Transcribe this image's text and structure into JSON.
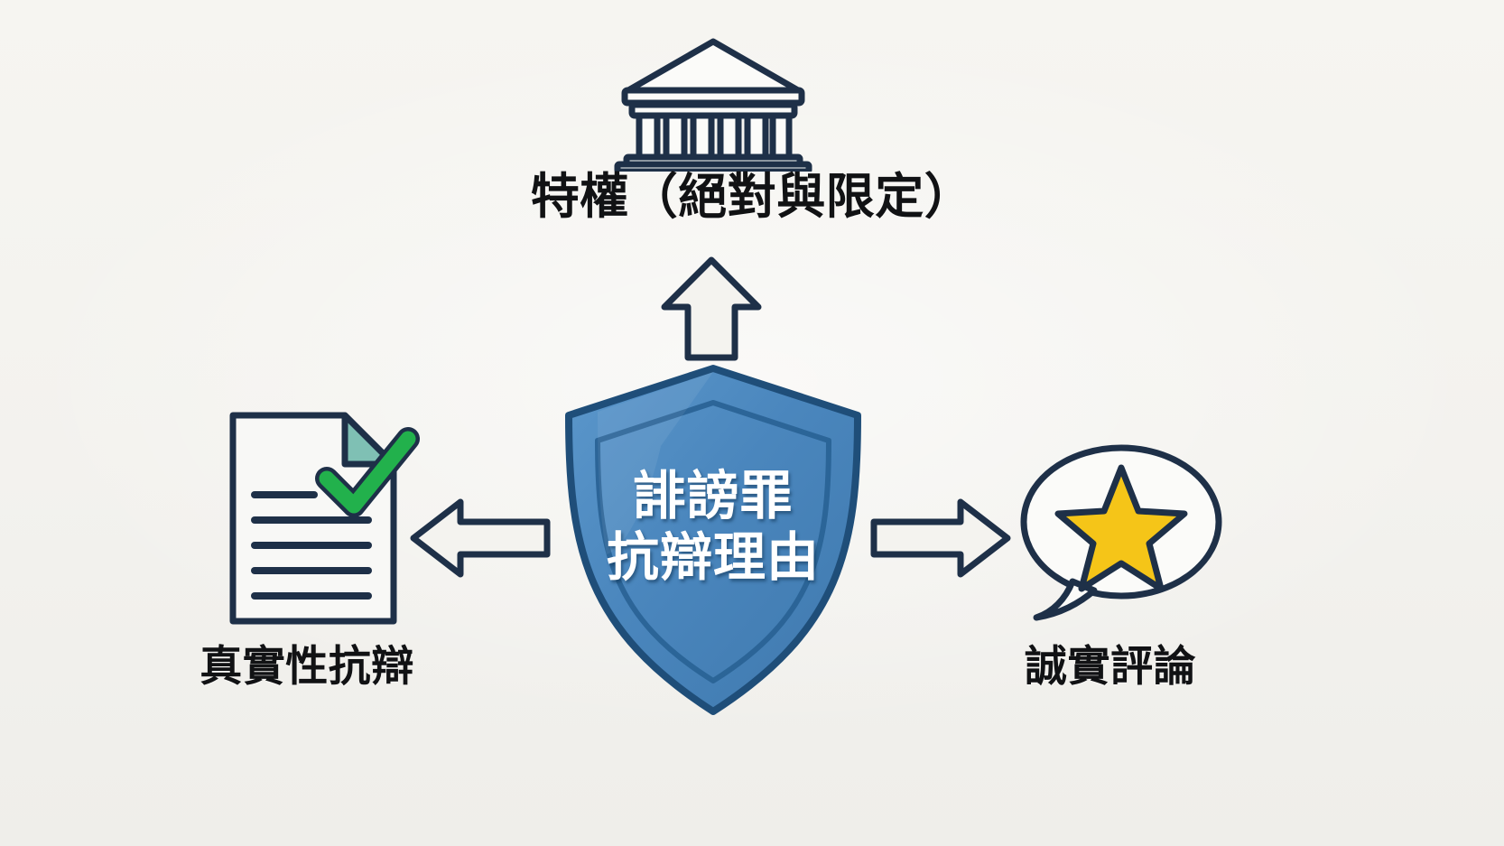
{
  "diagram": {
    "title_center_line1": "誹謗罪",
    "title_center_line2": "抗辯理由",
    "background_color": "#f4f3ef",
    "outline_color": "#1e3048",
    "shield_fill": "#4a86bd",
    "shield_stroke": "#1f4e79",
    "check_color": "#22b14c",
    "star_color": "#f5c518",
    "nodes": {
      "top": {
        "label": "特權（絕對與限定）",
        "icon": "courthouse-icon"
      },
      "left": {
        "label": "真實性抗辯",
        "icon": "document-check-icon"
      },
      "right": {
        "label": "誠實評論",
        "icon": "speech-bubble-star-icon"
      },
      "center": {
        "icon": "shield-icon"
      }
    },
    "arrows": [
      {
        "name": "arrow-up",
        "direction": "up",
        "from": "center",
        "to": "top"
      },
      {
        "name": "arrow-left",
        "direction": "left",
        "from": "center",
        "to": "left"
      },
      {
        "name": "arrow-right",
        "direction": "right",
        "from": "center",
        "to": "right"
      }
    ]
  }
}
